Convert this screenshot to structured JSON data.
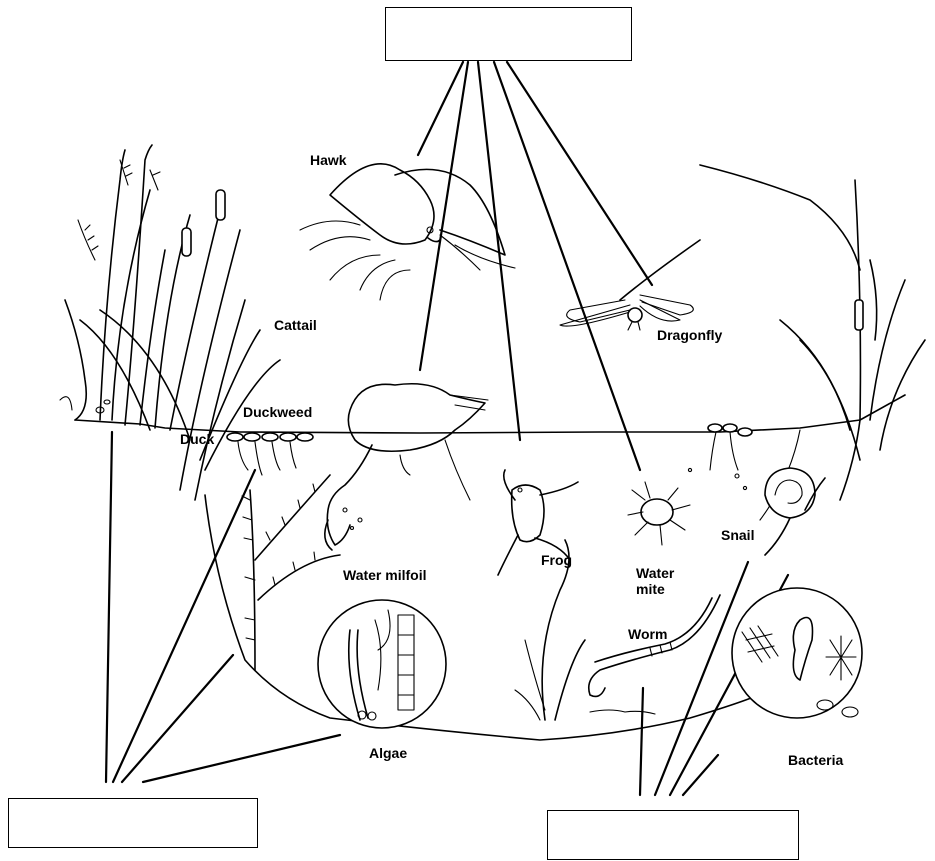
{
  "answer_boxes": {
    "top": "",
    "bottom_left": "",
    "bottom_right": ""
  },
  "organisms": {
    "hawk": "Hawk",
    "cattail": "Cattail",
    "duckweed": "Duckweed",
    "duck": "Duck",
    "dragonfly": "Dragonfly",
    "frog": "Frog",
    "water_mite": "Water mite",
    "snail": "Snail",
    "water_milfoil": "Water milfoil",
    "worm": "Worm",
    "algae": "Algae",
    "bacteria": "Bacteria"
  }
}
